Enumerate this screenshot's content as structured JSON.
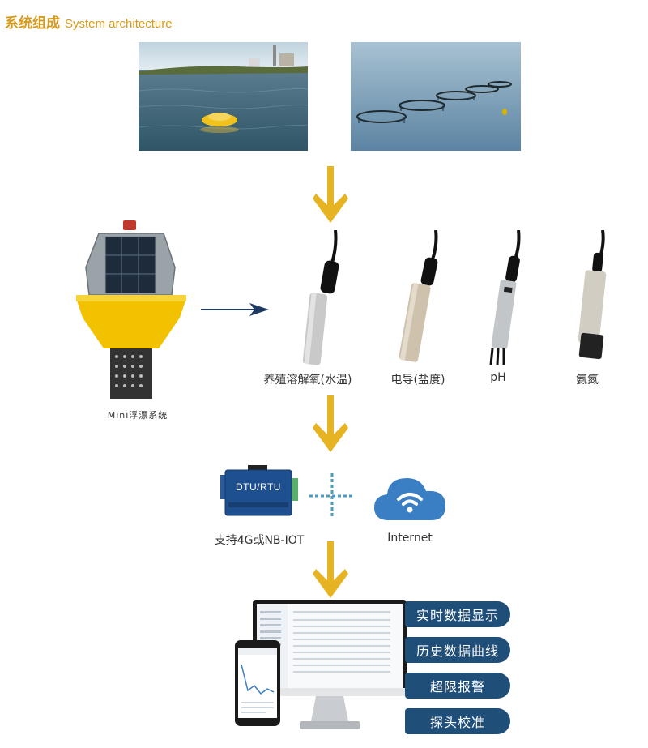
{
  "header": {
    "title_cn": "系统组成",
    "title_en": "System architecture"
  },
  "sensors": [
    {
      "label": "养殖溶解氧(水温)"
    },
    {
      "label": "电导(盐度)"
    },
    {
      "label": "pH"
    },
    {
      "label": "氨氮"
    }
  ],
  "buoy": {
    "label": "Mini浮漂系统"
  },
  "dtu": {
    "device_text": "DTU/RTU",
    "label": "支持4G或NB-IOT"
  },
  "internet": {
    "label": "Internet"
  },
  "features": [
    {
      "label": "实时数据显示"
    },
    {
      "label": "历史数据曲线"
    },
    {
      "label": "超限报警"
    },
    {
      "label": "探头校准"
    }
  ],
  "colors": {
    "accent": "#d79a1c",
    "arrow": "#e6b422",
    "navy": "#1f4e79",
    "cloud": "#3a7fc4"
  }
}
